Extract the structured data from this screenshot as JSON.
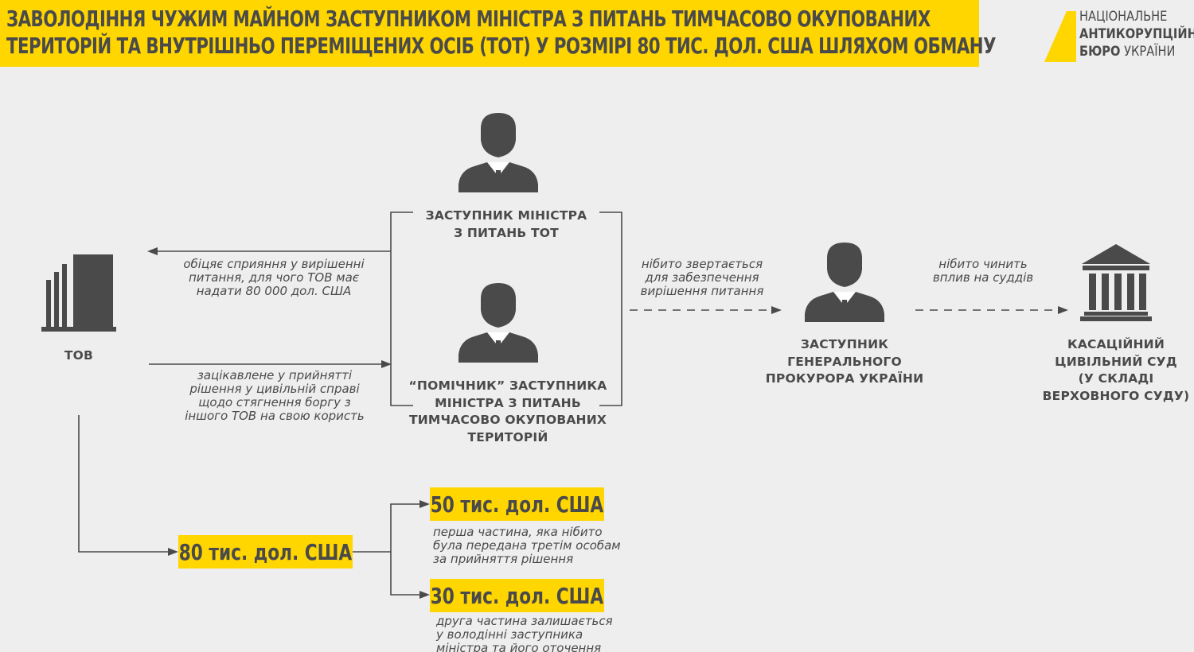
{
  "header": {
    "title_line1": "ЗАВОЛОДІННЯ ЧУЖИМ МАЙНОМ ЗАСТУПНИКОМ МІНІСТРА З ПИТАНЬ ТИМЧАСОВО ОКУПОВАНИХ",
    "title_line2": "ТЕРИТОРІЙ ТА ВНУТРІШНЬО ПЕРЕМІЩЕНИХ ОСІБ (ТОТ) У РОЗМІРІ 80 ТИС. ДОЛ. США ШЛЯХОМ ОБМАНУ"
  },
  "logo": {
    "line1": "НАЦІОНАЛЬНЕ",
    "line2": "АНТИКОРУПЦІЙНЕ",
    "line3_bold": "БЮРО",
    "line3_rest": " УКРАЇНИ"
  },
  "nodes": {
    "company": "ТОВ",
    "deputy_minister_line1": "ЗАСТУПНИК МІНІСТРА",
    "deputy_minister_line2": "З ПИТАНЬ ТОТ",
    "assistant_line1": "“ПОМІЧНИК” ЗАСТУПНИКА",
    "assistant_line2": "МІНІСТРА З ПИТАНЬ",
    "assistant_line3": "ТИМЧАСОВО ОКУПОВАНИХ",
    "assistant_line4": "ТЕРИТОРІЙ",
    "prosecutor_line1": "ЗАСТУПНИК",
    "prosecutor_line2": "ГЕНЕРАЛЬНОГО",
    "prosecutor_line3": "ПРОКУРОРА УКРАЇНИ",
    "court_line1": "КАСАЦІЙНИЙ",
    "court_line2": "ЦИВІЛЬНИЙ СУД",
    "court_line3": "(У СКЛАДІ",
    "court_line4": "ВЕРХОВНОГО СУДУ)"
  },
  "notes": {
    "promise_line1": "обіцяє сприяння у вирішенні",
    "promise_line2": "питання, для чого ТОВ має",
    "promise_line3": "надати 80 000 дол. США",
    "interest_line1": "зацікавлене у прийнятті",
    "interest_line2": "рішення у цивільній справі",
    "interest_line3": "щодо стягнення боргу з",
    "interest_line4": "іншого ТОВ на свою користь",
    "appeal_line1": "нібито звертається",
    "appeal_line2": "для забезпечення",
    "appeal_line3": "вирішення питання",
    "influence_line1": "нібито чинить",
    "influence_line2": "вплив на суддів",
    "first_part_line1": "перша частина, яка нібито",
    "first_part_line2": "була передана третім особам",
    "first_part_line3": "за прийняття рішення",
    "second_part_line1": "друга частина залишається",
    "second_part_line2": "у володінні заступника",
    "second_part_line3": "міністра та його оточення"
  },
  "money": {
    "total": "80 тис. дол. США",
    "part1": "50 тис. дол. США",
    "part2": "30 тис. дол. США"
  },
  "colors": {
    "accent": "#ffd600",
    "ink": "#4a4a4a",
    "background": "#eeeeee"
  }
}
